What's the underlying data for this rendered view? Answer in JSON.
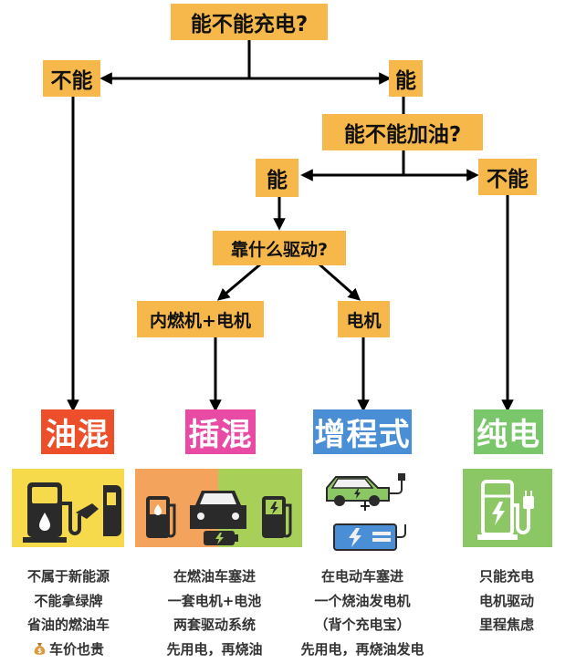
{
  "questions": {
    "charge": "能不能充电?",
    "refuel": "能不能加油?",
    "drive": "靠什么驱动?"
  },
  "answers": {
    "charge_no": "不能",
    "charge_yes": "能",
    "refuel_yes": "能",
    "refuel_no": "不能",
    "drive_ice": "内燃机+电机",
    "drive_motor": "电机"
  },
  "categories": [
    {
      "label": "油混",
      "color": "#ec4f2a"
    },
    {
      "label": "插混",
      "color": "#e94aa4"
    },
    {
      "label": "增程式",
      "color": "#4a8fd6"
    },
    {
      "label": "纯电",
      "color": "#7ac66a"
    }
  ],
  "descriptions": {
    "hev": [
      "不属于新能源",
      "不能拿绿牌",
      "省油的燃油车",
      "车价也贵"
    ],
    "phev": [
      "在燃油车塞进",
      "一套电机+电池",
      "两套驱动系统",
      "先用电，再烧油"
    ],
    "erev": [
      "在电动车塞进",
      "一个烧油发电机",
      "（背个充电宝）",
      "先用电，再烧油发电"
    ],
    "bev": [
      "只能充电",
      "电机驱动",
      "里程焦虑"
    ]
  },
  "erev_plus": "+",
  "icons": {
    "money": "money-bag-icon",
    "hev": "fuel-pump-icon",
    "phev": "fuel-car-battery-icon",
    "erev": "electric-car-power-bank-icon",
    "bev": "ev-charger-icon"
  },
  "colors": {
    "node": "#f6b84b",
    "hev_panel": "#f7d94c",
    "phev_left": "#f3a35b",
    "phev_right": "#a8cf58",
    "bev_panel": "#8cc765"
  }
}
